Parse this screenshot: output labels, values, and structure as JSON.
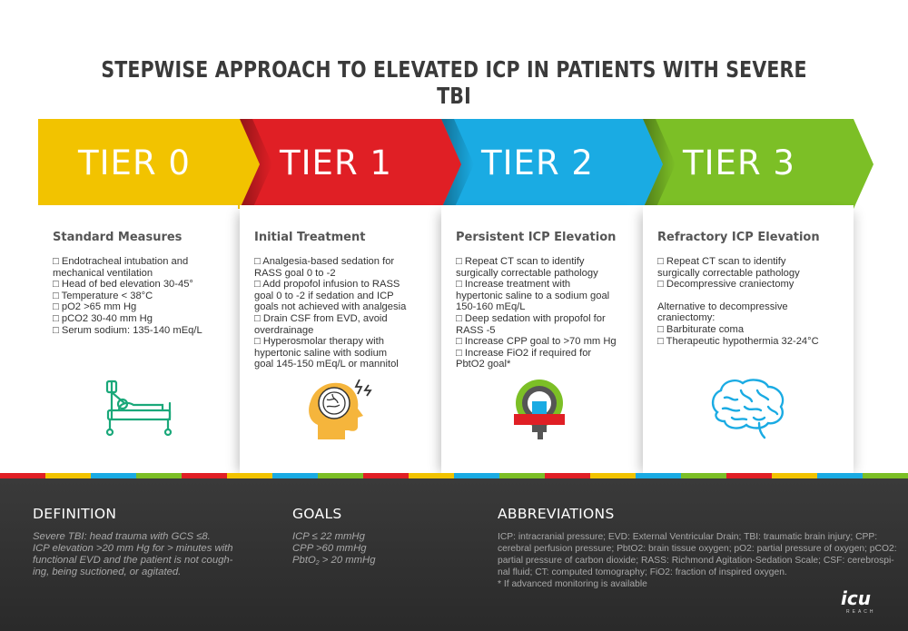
{
  "title": "STEPWISE APPROACH TO ELEVATED ICP IN PATIENTS WITH SEVERE TBI",
  "colors": {
    "tier0": "#f2c300",
    "tier1": "#e01f25",
    "tier2": "#1aabe3",
    "tier3": "#7cbf26",
    "dark": "#2f2f2f"
  },
  "tiers": [
    {
      "label": "TIER 0",
      "heading": "Standard Measures",
      "items": [
        "□ Endotracheal intubation and",
        "mechanical ventilation",
        "□ Head of bed elevation 30-45°",
        "□ Temperature < 38°C",
        "□ pO2 >65 mm Hg",
        "□ pCO2 30-40 mm Hg",
        "□ Serum sodium: 135-140 mEq/L"
      ],
      "icon": "hospital-bed-icon"
    },
    {
      "label": "TIER 1",
      "heading": "Initial Treatment",
      "items": [
        "□ Analgesia-based sedation for",
        "RASS goal 0 to -2",
        "□ Add propofol infusion to RASS",
        "goal 0 to -2 if sedation and ICP",
        "goals not achieved with analgesia",
        "□ Drain CSF from EVD, avoid",
        "overdrainage",
        "□ Hyperosmolar therapy with",
        "hypertonic saline with sodium",
        "goal 145-150 mEq/L or mannitol"
      ],
      "icon": "head-brain-pain-icon"
    },
    {
      "label": "TIER 2",
      "heading": "Persistent ICP Elevation",
      "items": [
        "□ Repeat CT scan to identify",
        "surgically correctable pathology",
        "□ Increase treatment with",
        "hypertonic saline to a sodium goal",
        "150-160 mEq/L",
        "□ Deep sedation with propofol for",
        "RASS -5",
        "□ Increase CPP goal to >70 mm Hg",
        "□ Increase FiO2  if required for",
        "PbtO2 goal*"
      ],
      "icon": "ct-scanner-icon"
    },
    {
      "label": "TIER 3",
      "heading": "Refractory ICP Elevation",
      "items": [
        "□ Repeat CT scan to identify",
        "surgically correctable pathology",
        "□ Decompressive craniectomy",
        "",
        "Alternative to decompressive",
        "craniectomy:",
        "□ Barbiturate coma",
        "□ Therapeutic hypothermia 32-24°C"
      ],
      "icon": "brain-icon"
    }
  ],
  "definition": {
    "heading": "DEFINITION",
    "lines": [
      "Severe TBI: head trauma with GCS ≤8.",
      "ICP elevation >20 mm Hg for > minutes with",
      "functional EVD  and the patient is not cough-",
      "ing, being suctioned, or agitated."
    ]
  },
  "goals": {
    "heading": "GOALS",
    "lines": [
      "ICP ≤ 22 mmHg",
      "CPP >60 mmHg"
    ],
    "pbto2_prefix": "PbtO",
    "pbto2_sub": "2",
    "pbto2_suffix": " > 20 mmHg"
  },
  "abbreviations": {
    "heading": "ABBREVIATIONS",
    "lines": [
      "ICP: intracranial pressure; EVD: External Ventricular Drain; TBI: traumatic brain injury; CPP:",
      "cerebral perfusion pressure; PbtO2: brain tissue oxygen; pO2: partial pressure of oxygen; pCO2:",
      "partial pressure of carbon dioxide; RASS: Richmond Agitation-Sedation Scale; CSF: cerebrospi-",
      "nal fluid; CT: computed tomography; FiO2: fraction of inspired oxygen.",
      "* If advanced monitoring is available"
    ]
  },
  "logo": {
    "text": "icu",
    "sub": "REACH"
  }
}
